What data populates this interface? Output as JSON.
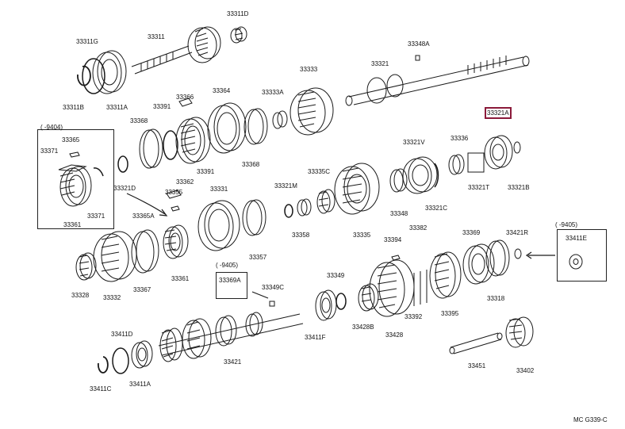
{
  "diagram": {
    "code": "MC G339-C",
    "highlight_color": "#8b1a3a",
    "labels": {
      "p33311D": "33311D",
      "p33311": "33311",
      "p33311G": "33311G",
      "p33311B": "33311B",
      "p33311A": "33311A",
      "p33348A": "33348A",
      "p33321": "33321",
      "p33333": "33333",
      "p33366": "33366",
      "p33364": "33364",
      "p33333A": "33333A",
      "p33368a": "33368",
      "p33391a": "33391",
      "p33321A": "33321A",
      "p9404": "(  -9404)",
      "p33365": "33365",
      "p33371a": "33371",
      "p33362": "33362",
      "p33391b": "33391",
      "p33368b": "33368",
      "p33321V": "33321V",
      "p33336": "33336",
      "p33321D": "33321D",
      "p33321M": "33321M",
      "p33335C": "33335C",
      "p33321T": "33321T",
      "p33321B": "33321B",
      "p33355": "33355",
      "p33331": "33331",
      "p33371b": "33371",
      "p33361a": "33361",
      "p33365A": "33365A",
      "p33348": "33348",
      "p33321C": "33321C",
      "p33382": "33382",
      "p9405a": "(  -9405)",
      "p33411E": "33411E",
      "p33358": "33358",
      "p33335": "33335",
      "p33394": "33394",
      "p33369": "33369",
      "p33421R": "33421R",
      "p33357": "33357",
      "p9405b": "(  -9405)",
      "p33328": "33328",
      "p33332": "33332",
      "p33367": "33367",
      "p33361b": "33361",
      "p33369A": "33369A",
      "p33349C": "33349C",
      "p33349": "33349",
      "p33318": "33318",
      "p33395": "33395",
      "p33392": "33392",
      "p33428": "33428",
      "p33428B": "33428B",
      "p33411F": "33411F",
      "p33411D": "33411D",
      "p33421": "33421",
      "p33411C": "33411C",
      "p33411A": "33411A",
      "p33451": "33451",
      "p33402": "33402"
    }
  }
}
